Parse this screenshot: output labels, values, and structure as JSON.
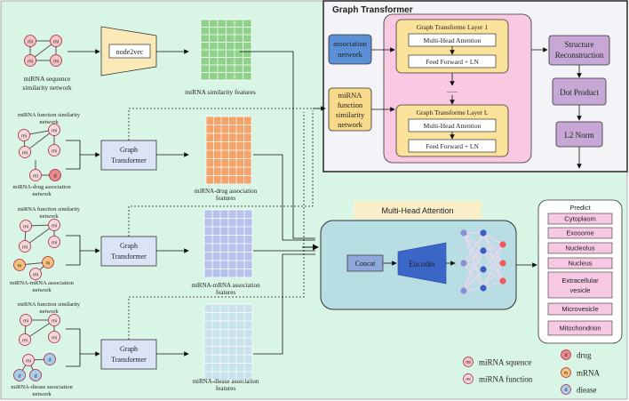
{
  "graph_transformer": {
    "title": "Graph Transformer",
    "assoc_network": [
      "association",
      "network"
    ],
    "mirna_func_network": [
      "miRNA",
      "function",
      "similarity",
      "network"
    ],
    "layer1": "Graph Transforme Layer 1",
    "layerL": "Graph Transforme Layer L",
    "mha": "Multi-Head Attention",
    "ff": "Feed Forward + LN",
    "dots": "......",
    "structure": [
      "Structure",
      "Reconstruction"
    ],
    "dot_product": "Dot Product",
    "l2": "L2 Norm"
  },
  "left": {
    "seq_label": [
      "miRNA sequence",
      "similarity network"
    ],
    "node2vec": "node2vec",
    "sim_features": "miRNA similarity features",
    "func_sim_1": [
      "miRNA function similarity",
      "network"
    ],
    "drug_assoc": "miRNA-drug association",
    "drug_assoc_2": "network",
    "gt_label": [
      "Graph",
      "Transformer"
    ],
    "drug_features": [
      "miRNA-drug association",
      "features"
    ],
    "func_sim_2": [
      "miRNA function similarity",
      "network"
    ],
    "mrna_assoc": [
      "miRNA-mRNA association",
      "network"
    ],
    "mrna_features": [
      "miRNA-mRNA association",
      "features"
    ],
    "func_sim_3": [
      "miRNA function similarity",
      "network"
    ],
    "disease_assoc": [
      "miRNA-diease association",
      "network"
    ],
    "disease_features": [
      "miRNA-diease association",
      "features"
    ],
    "node_mi": "mi",
    "node_d": "d",
    "node_m": "m"
  },
  "center": {
    "mha_banner": "Multi-Head Attention",
    "concat": "Concat",
    "encoder": "Encoder"
  },
  "predict": {
    "title": "Predict",
    "items": [
      "Cytoplasm",
      "Exosome",
      "Nucleolus",
      "Nucleus",
      "Extracellular vesicle",
      "Microvesicle",
      "Mitochondrion"
    ]
  },
  "legend": {
    "seq": "miRNA squence",
    "func": "miRNA function",
    "drug": "drug",
    "mrna": "mRNA",
    "disease": "diease"
  },
  "colors": {
    "green_bg": "#d9f5e6",
    "gt_panel": "#f2f2f7",
    "pink": "#f9c9e3",
    "blue_box": "#5b8fd6",
    "yellow": "#fbe39b",
    "purple": "#c7a7d6",
    "sim_grid": "#8fd18a",
    "drug_grid": "#f4a36b",
    "mrna_grid": "#b7c2ea",
    "disease_grid": "#c9e3ec"
  }
}
